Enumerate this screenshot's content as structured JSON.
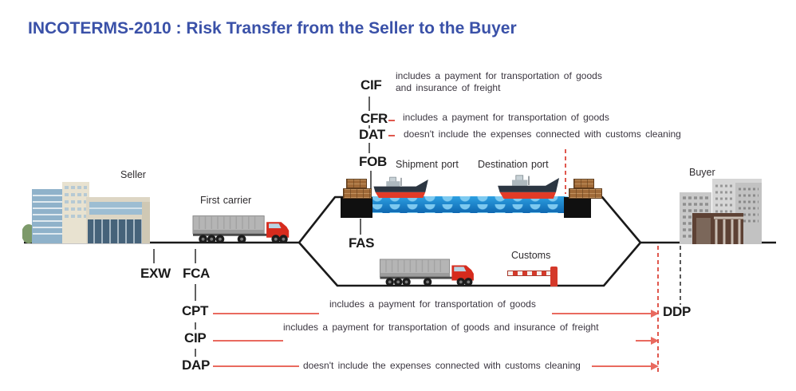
{
  "title": "INCOTERMS-2010 : Risk Transfer from the Seller to the Buyer",
  "actors": {
    "seller": "Seller",
    "buyer": "Buyer",
    "first_carrier": "First carrier",
    "customs": "Customs"
  },
  "ports": {
    "shipment": "Shipment port",
    "destination": "Destination port"
  },
  "terms": {
    "exw": "EXW",
    "fca": "FCA",
    "fas": "FAS",
    "fob": "FOB",
    "cfr": "CFR",
    "cif": "CIF",
    "dat": "DAT",
    "cpt": "CPT",
    "cip": "CIP",
    "dap": "DAP",
    "ddp": "DDP"
  },
  "descriptions": {
    "cif_line1": "includes a payment for transportation of goods",
    "cif_line2": "and insurance of freight",
    "cfr": "includes a payment for transportation of goods",
    "dat": "doesn't include the expenses connected with customs cleaning",
    "cpt": "includes a payment for transportation of goods",
    "cip": "includes a payment for transportation of goods and insurance of freight",
    "dap": "doesn't include the expenses connected with customs cleaning"
  },
  "colors": {
    "title_blue": "#3a51a8",
    "term_black": "#1a1a1a",
    "description_gray": "#3b3640",
    "route_black": "#1a1a1a",
    "risk_line_red": "#e96a5f",
    "dashed_red": "#e0584e",
    "dashed_gray": "#5a5a5a",
    "water_blue": "#1d86cf"
  }
}
